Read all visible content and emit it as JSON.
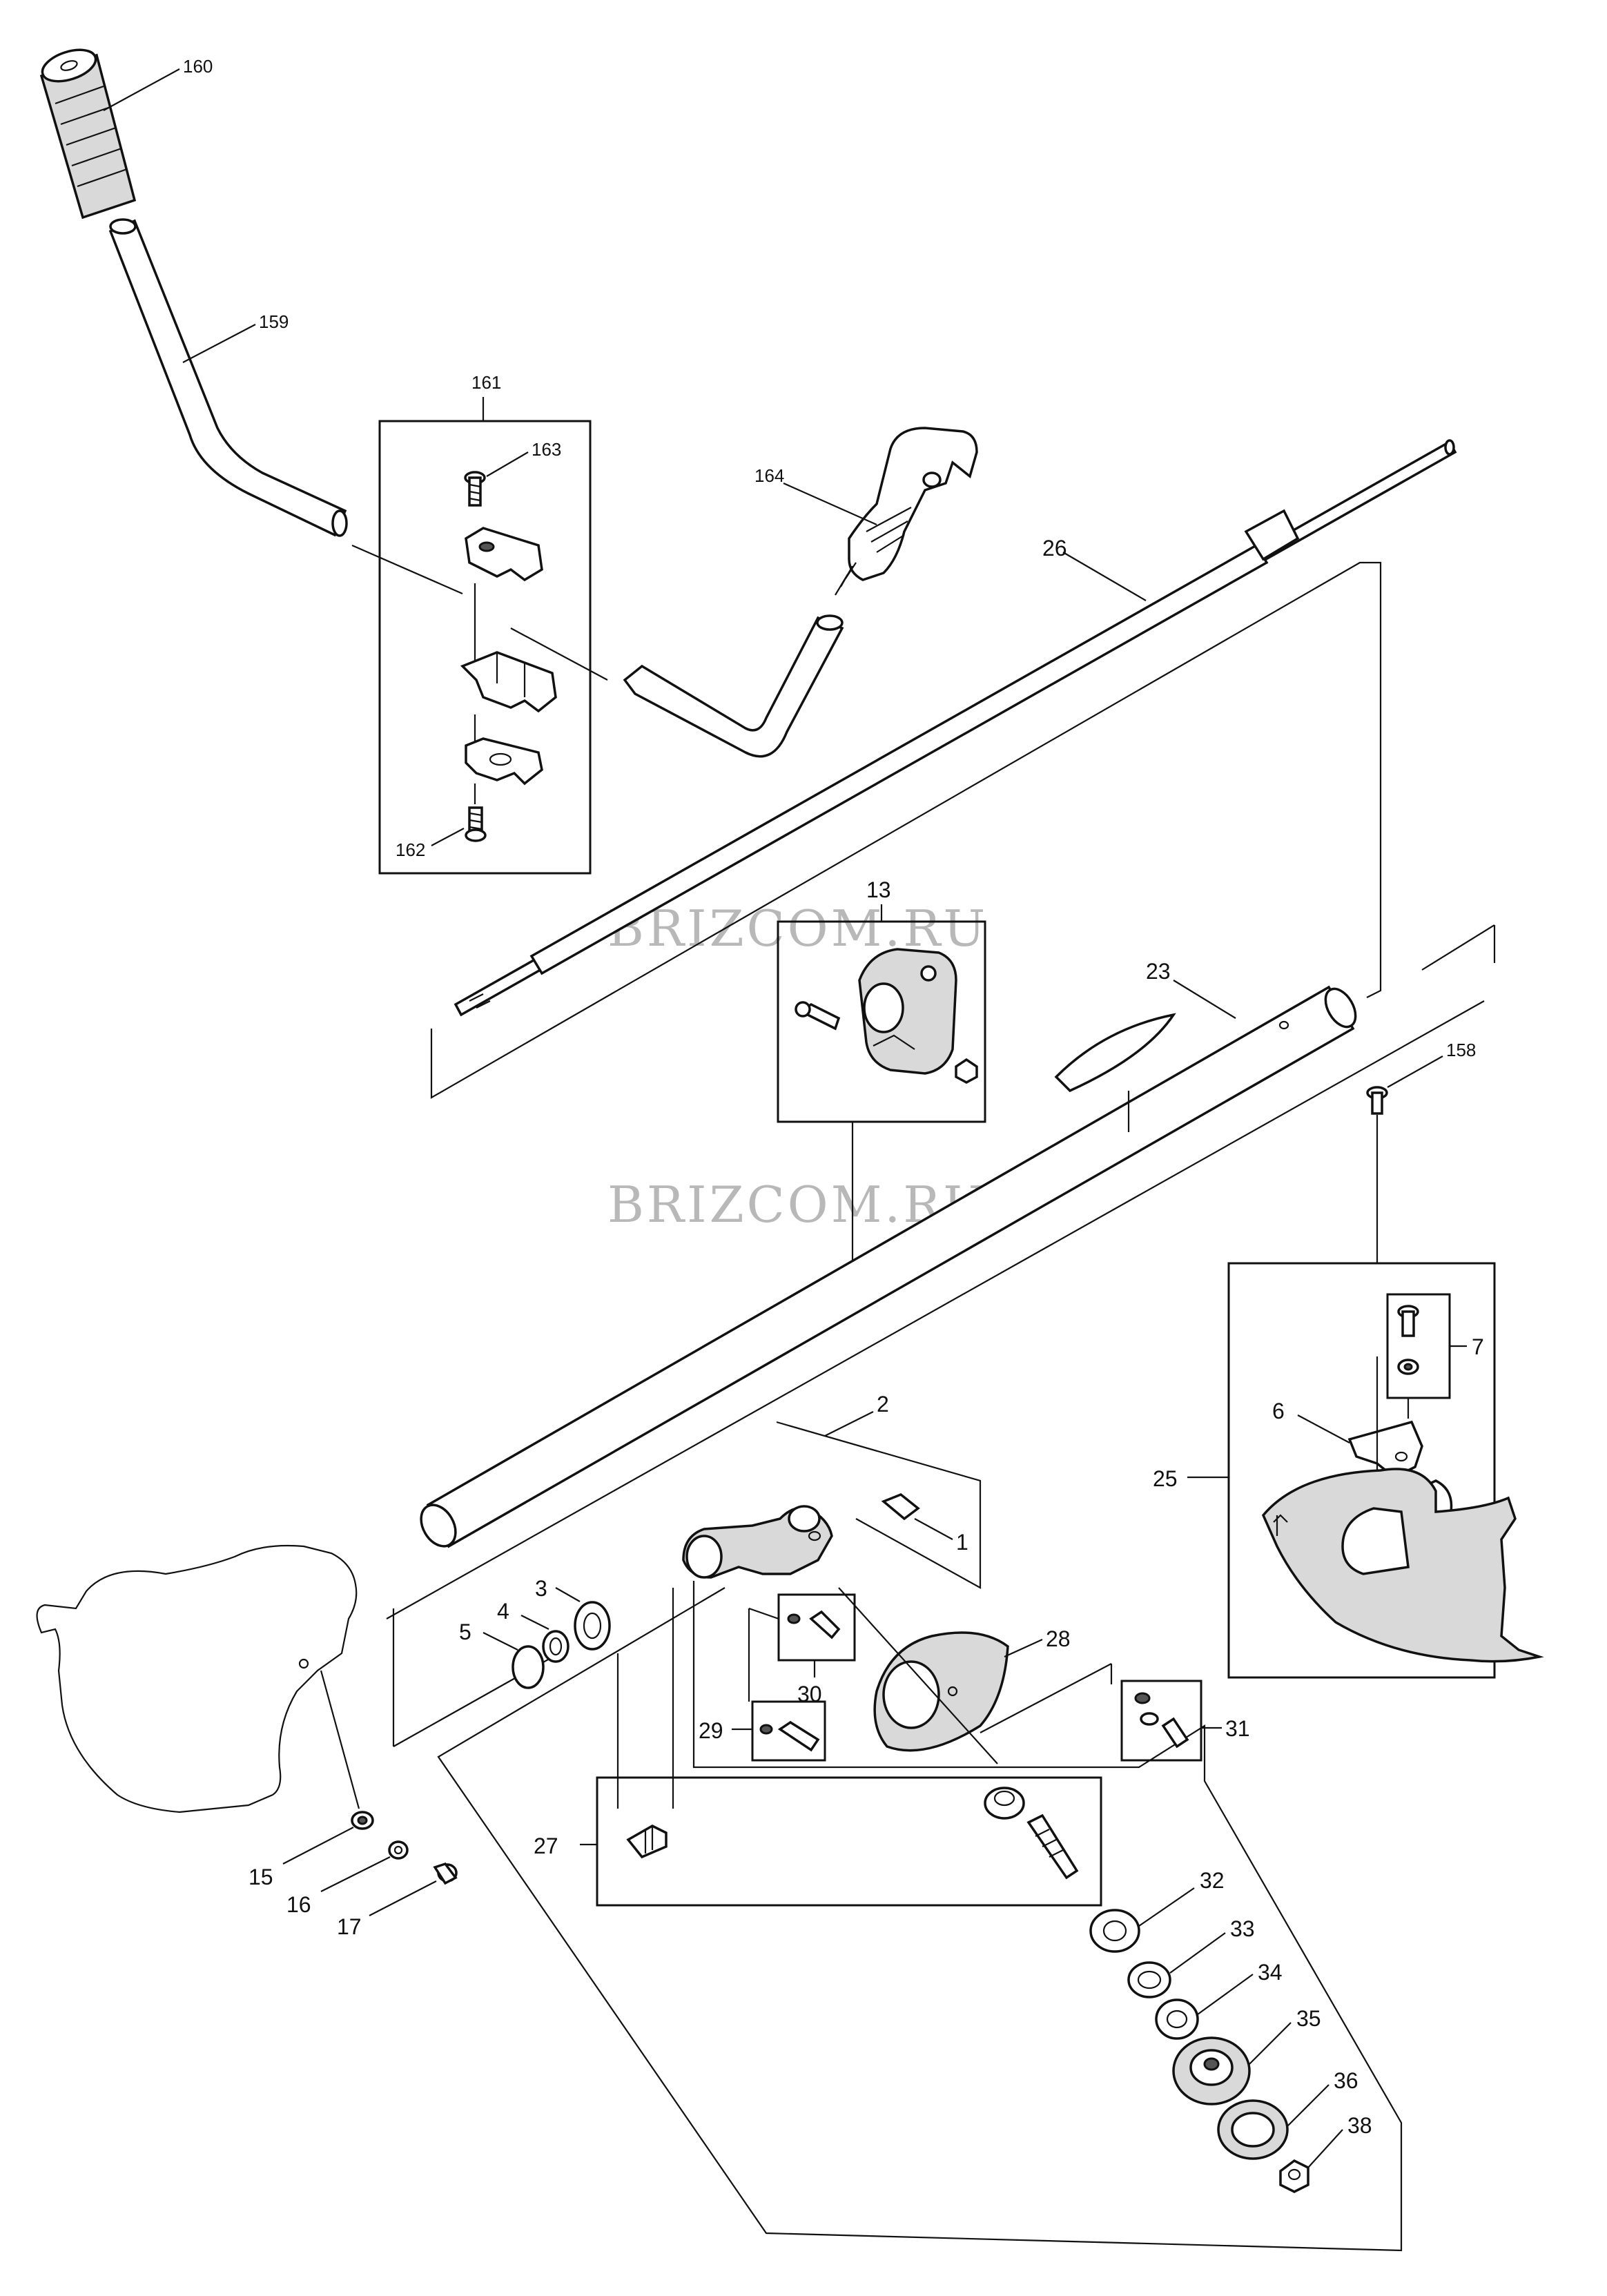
{
  "watermarks": [
    "BRIZCOM.RU",
    "BRIZCOM.RU"
  ],
  "callouts": {
    "c160": "160",
    "c159": "159",
    "c161": "161",
    "c163": "163",
    "c162": "162",
    "c164": "164",
    "c26": "26",
    "c13": "13",
    "c23": "23",
    "c158": "158",
    "c7": "7",
    "c6": "6",
    "c25": "25",
    "c2": "2",
    "c1": "1",
    "c3": "3",
    "c4": "4",
    "c5": "5",
    "c30": "30",
    "c28": "28",
    "c29": "29",
    "c31": "31",
    "c27": "27",
    "c15": "15",
    "c16": "16",
    "c17": "17",
    "c32": "32",
    "c33": "33",
    "c34": "34",
    "c35": "35",
    "c36": "36",
    "c38": "38"
  }
}
